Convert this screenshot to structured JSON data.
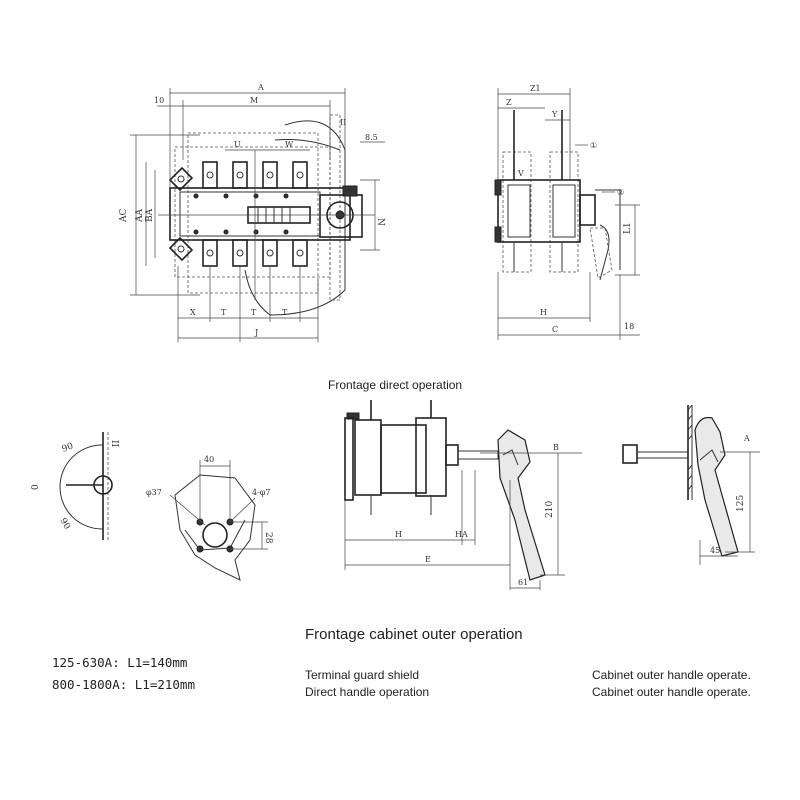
{
  "captions": {
    "frontage_direct": "Frontage direct operation",
    "frontage_cabinet": "Frontage cabinet outer operation",
    "terminal_guard": "Terminal guard shield",
    "direct_handle": "Direct handle operation",
    "cabinet_handle_1": "Cabinet outer handle operate.",
    "cabinet_handle_2": "Cabinet outer handle operate."
  },
  "specs": {
    "line1": "125-630A: L1=140mm",
    "line2": "800-1800A: L1=210mm"
  },
  "front_view": {
    "A": "A",
    "M": "M",
    "10": "10",
    "II": "II",
    "8_5": "8.5",
    "U": "U",
    "W": "W",
    "AC": "AC",
    "AA": "AA",
    "BA": "BA",
    "N": "N",
    "X": "X",
    "T": "T",
    "J": "J"
  },
  "side_view": {
    "Z1": "Z1",
    "Z": "Z",
    "Y": "Y",
    "V": "V",
    "H": "H",
    "C": "C",
    "L1": "L1",
    "18": "18",
    "callout1": "①",
    "callout2": "②"
  },
  "angle_view": {
    "deg_top": "90",
    "deg_left": "0",
    "deg_bottom": "90",
    "II": "II"
  },
  "mount_view": {
    "d37": "φ37",
    "40": "40",
    "holes": "4-φ7",
    "28": "28"
  },
  "direct_op": {
    "H": "H",
    "HA": "HA",
    "E": "E",
    "B": "B",
    "210": "210",
    "61": "61"
  },
  "cabinet_op": {
    "A": "A",
    "125": "125",
    "45": "45"
  }
}
